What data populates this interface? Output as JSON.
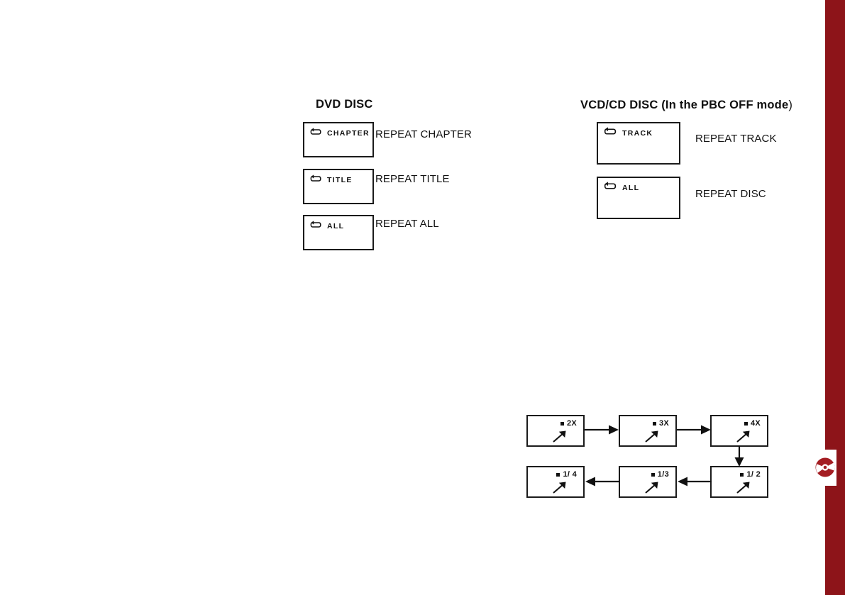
{
  "page": {
    "background_color": "#ffffff",
    "accent_color": "#8d1419",
    "outline_color": "#1b1b1b"
  },
  "right_bar": {
    "color": "#8d1419",
    "badge_icon": "disc-icon"
  },
  "dvd_section": {
    "title": "DVD DISC",
    "rows": [
      {
        "icon": "repeat-folder-icon",
        "box_label": "CHAPTER",
        "description": "REPEAT CHAPTER"
      },
      {
        "icon": "repeat-folder-icon",
        "box_label": "TITLE",
        "description": "REPEAT TITLE"
      },
      {
        "icon": "repeat-folder-icon",
        "box_label": "ALL",
        "description": "REPEAT ALL"
      }
    ]
  },
  "vcd_section": {
    "title_bold": "VCD/CD DISC (In the PBC OFF mode",
    "title_tail": ")",
    "rows": [
      {
        "icon": "repeat-folder-icon",
        "box_label": "TRACK",
        "description": "REPEAT TRACK"
      },
      {
        "icon": "repeat-folder-icon",
        "box_label": "ALL",
        "description": "REPEAT DISC"
      }
    ]
  },
  "speed_flow": {
    "steps": [
      {
        "label": "2X",
        "icon": "slow-forward-arrow-icon"
      },
      {
        "label": "3X",
        "icon": "slow-forward-arrow-icon"
      },
      {
        "label": "4X",
        "icon": "slow-forward-arrow-icon"
      },
      {
        "label": "1/ 2",
        "icon": "slow-forward-arrow-icon"
      },
      {
        "label": "1/3",
        "icon": "slow-forward-arrow-icon"
      },
      {
        "label": "1/ 4",
        "icon": "slow-forward-arrow-icon"
      }
    ],
    "connectors": [
      {
        "name": "arrow-2x-to-3x",
        "direction": "right"
      },
      {
        "name": "arrow-3x-to-4x",
        "direction": "right"
      },
      {
        "name": "arrow-4x-to-half",
        "direction": "down"
      },
      {
        "name": "arrow-half-to-third",
        "direction": "left"
      },
      {
        "name": "arrow-third-to-quarter",
        "direction": "left"
      }
    ]
  }
}
